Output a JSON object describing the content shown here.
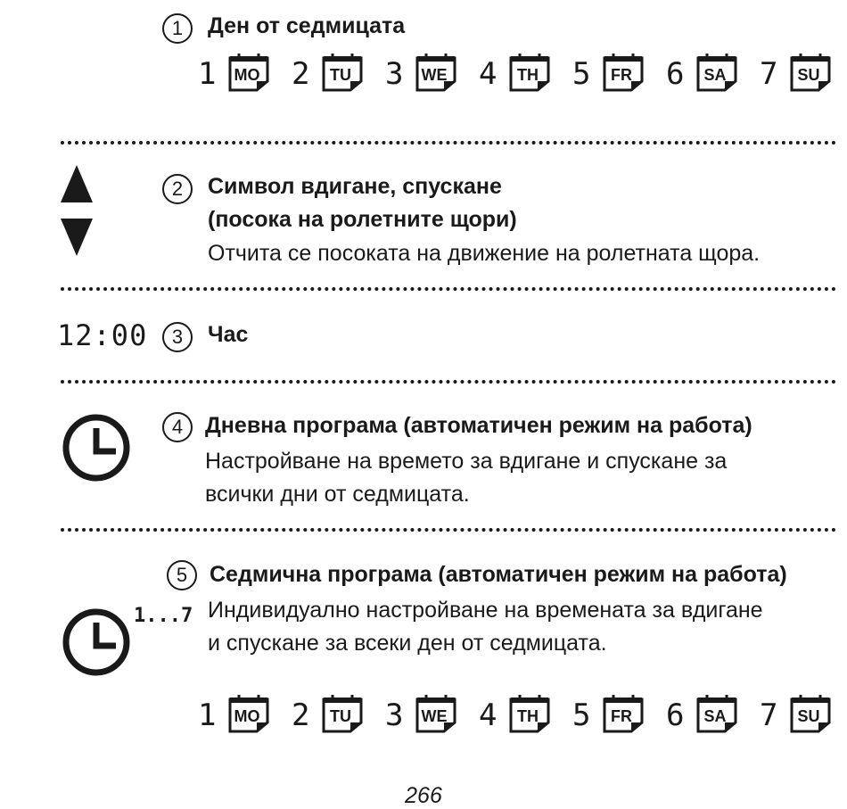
{
  "days": [
    {
      "num": "1",
      "abbr": "MO"
    },
    {
      "num": "2",
      "abbr": "TU"
    },
    {
      "num": "3",
      "abbr": "WE"
    },
    {
      "num": "4",
      "abbr": "TH"
    },
    {
      "num": "5",
      "abbr": "FR"
    },
    {
      "num": "6",
      "abbr": "SA"
    },
    {
      "num": "7",
      "abbr": "SU"
    }
  ],
  "sections": {
    "s1": {
      "num": "1",
      "title": "Ден от седмицата"
    },
    "s2": {
      "num": "2",
      "title_line1": "Символ вдигане, спускане",
      "title_line2": "(посока на ролетните щори)",
      "text": "Отчита се посоката на движение на ролетната щора."
    },
    "s3": {
      "num": "3",
      "display": "12:00",
      "title": "Час"
    },
    "s4": {
      "num": "4",
      "title": "Дневна програма (автоматичен режим на работа)",
      "text_line1": "Настройване на времето за вдигане и спускане за",
      "text_line2": "всички дни от седмицата."
    },
    "s5": {
      "num": "5",
      "badge": "1...7",
      "title": "Седмична програма (автоматичен режим на работа)",
      "text_line1": "Индивидуално настройване на времената за вдигане",
      "text_line2": "и спускане за всеки ден от седмицата."
    }
  },
  "page_number": "266",
  "colors": {
    "ink": "#1a1a1a"
  }
}
